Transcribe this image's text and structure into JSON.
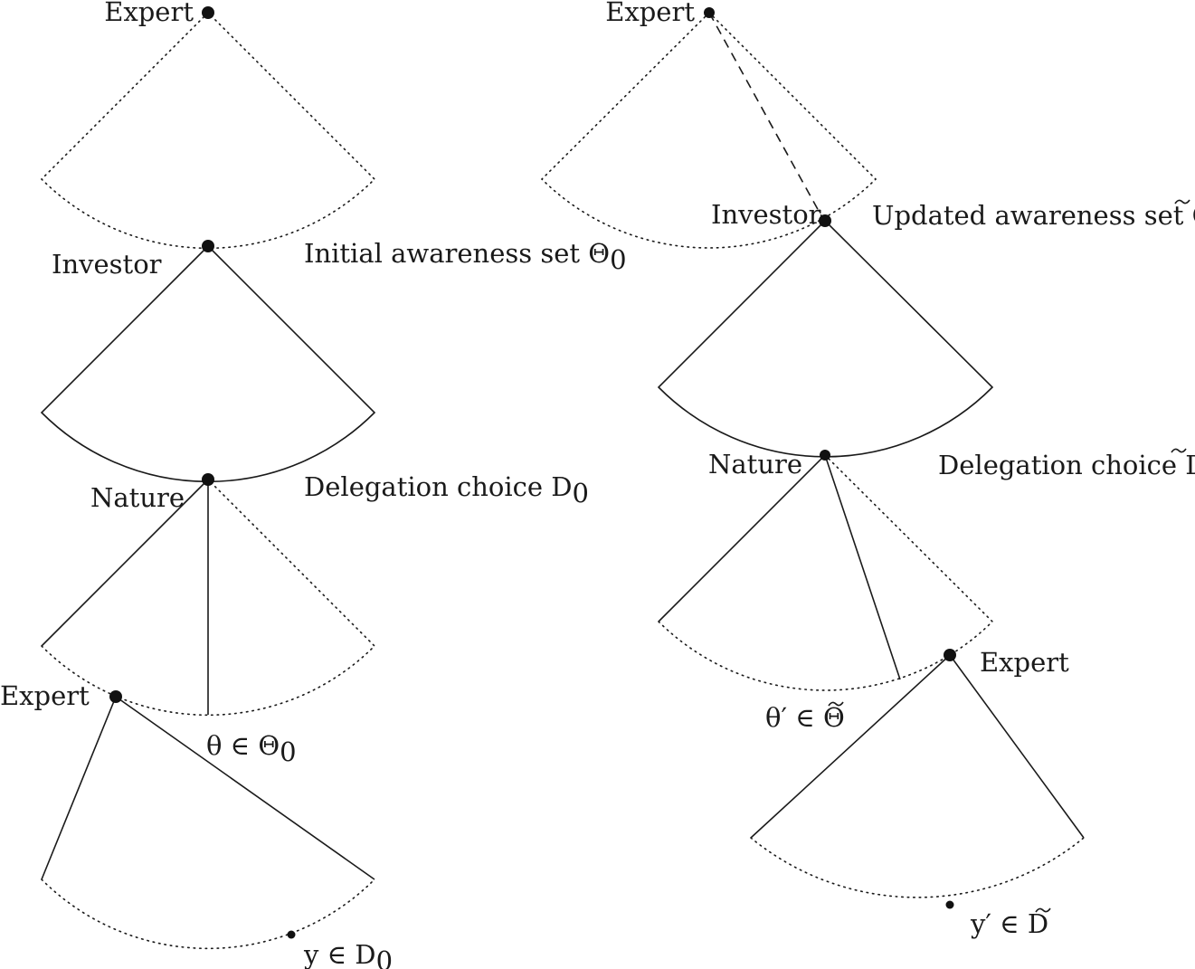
{
  "left": {
    "expert_top": "Expert",
    "investor": "Investor",
    "awareness_prefix": "Initial awareness set ",
    "awareness_symbol": "Θ",
    "awareness_sub": "0",
    "nature": "Nature",
    "delegation_prefix": "Delegation choice ",
    "delegation_symbol": "D",
    "delegation_sub": "0",
    "expert_bottom": "Expert",
    "theta_var": "θ",
    "theta_rel": " ∈ Θ",
    "theta_sub": "0",
    "y_var": "y",
    "y_rel": " ∈ ",
    "y_set": "D",
    "y_sub": "0"
  },
  "right": {
    "expert_top": "Expert",
    "investor": "Investor",
    "awareness_prefix": "Updated awareness set ",
    "awareness_symbol": "Θ",
    "nature": "Nature",
    "delegation_prefix": "Delegation choice ",
    "delegation_symbol": "D",
    "expert_bottom": "Expert",
    "theta_var": "θ′",
    "theta_rel": " ∈ ",
    "theta_set": "Θ",
    "y_var": "y′",
    "y_rel": " ∈ ",
    "y_set": "D"
  }
}
